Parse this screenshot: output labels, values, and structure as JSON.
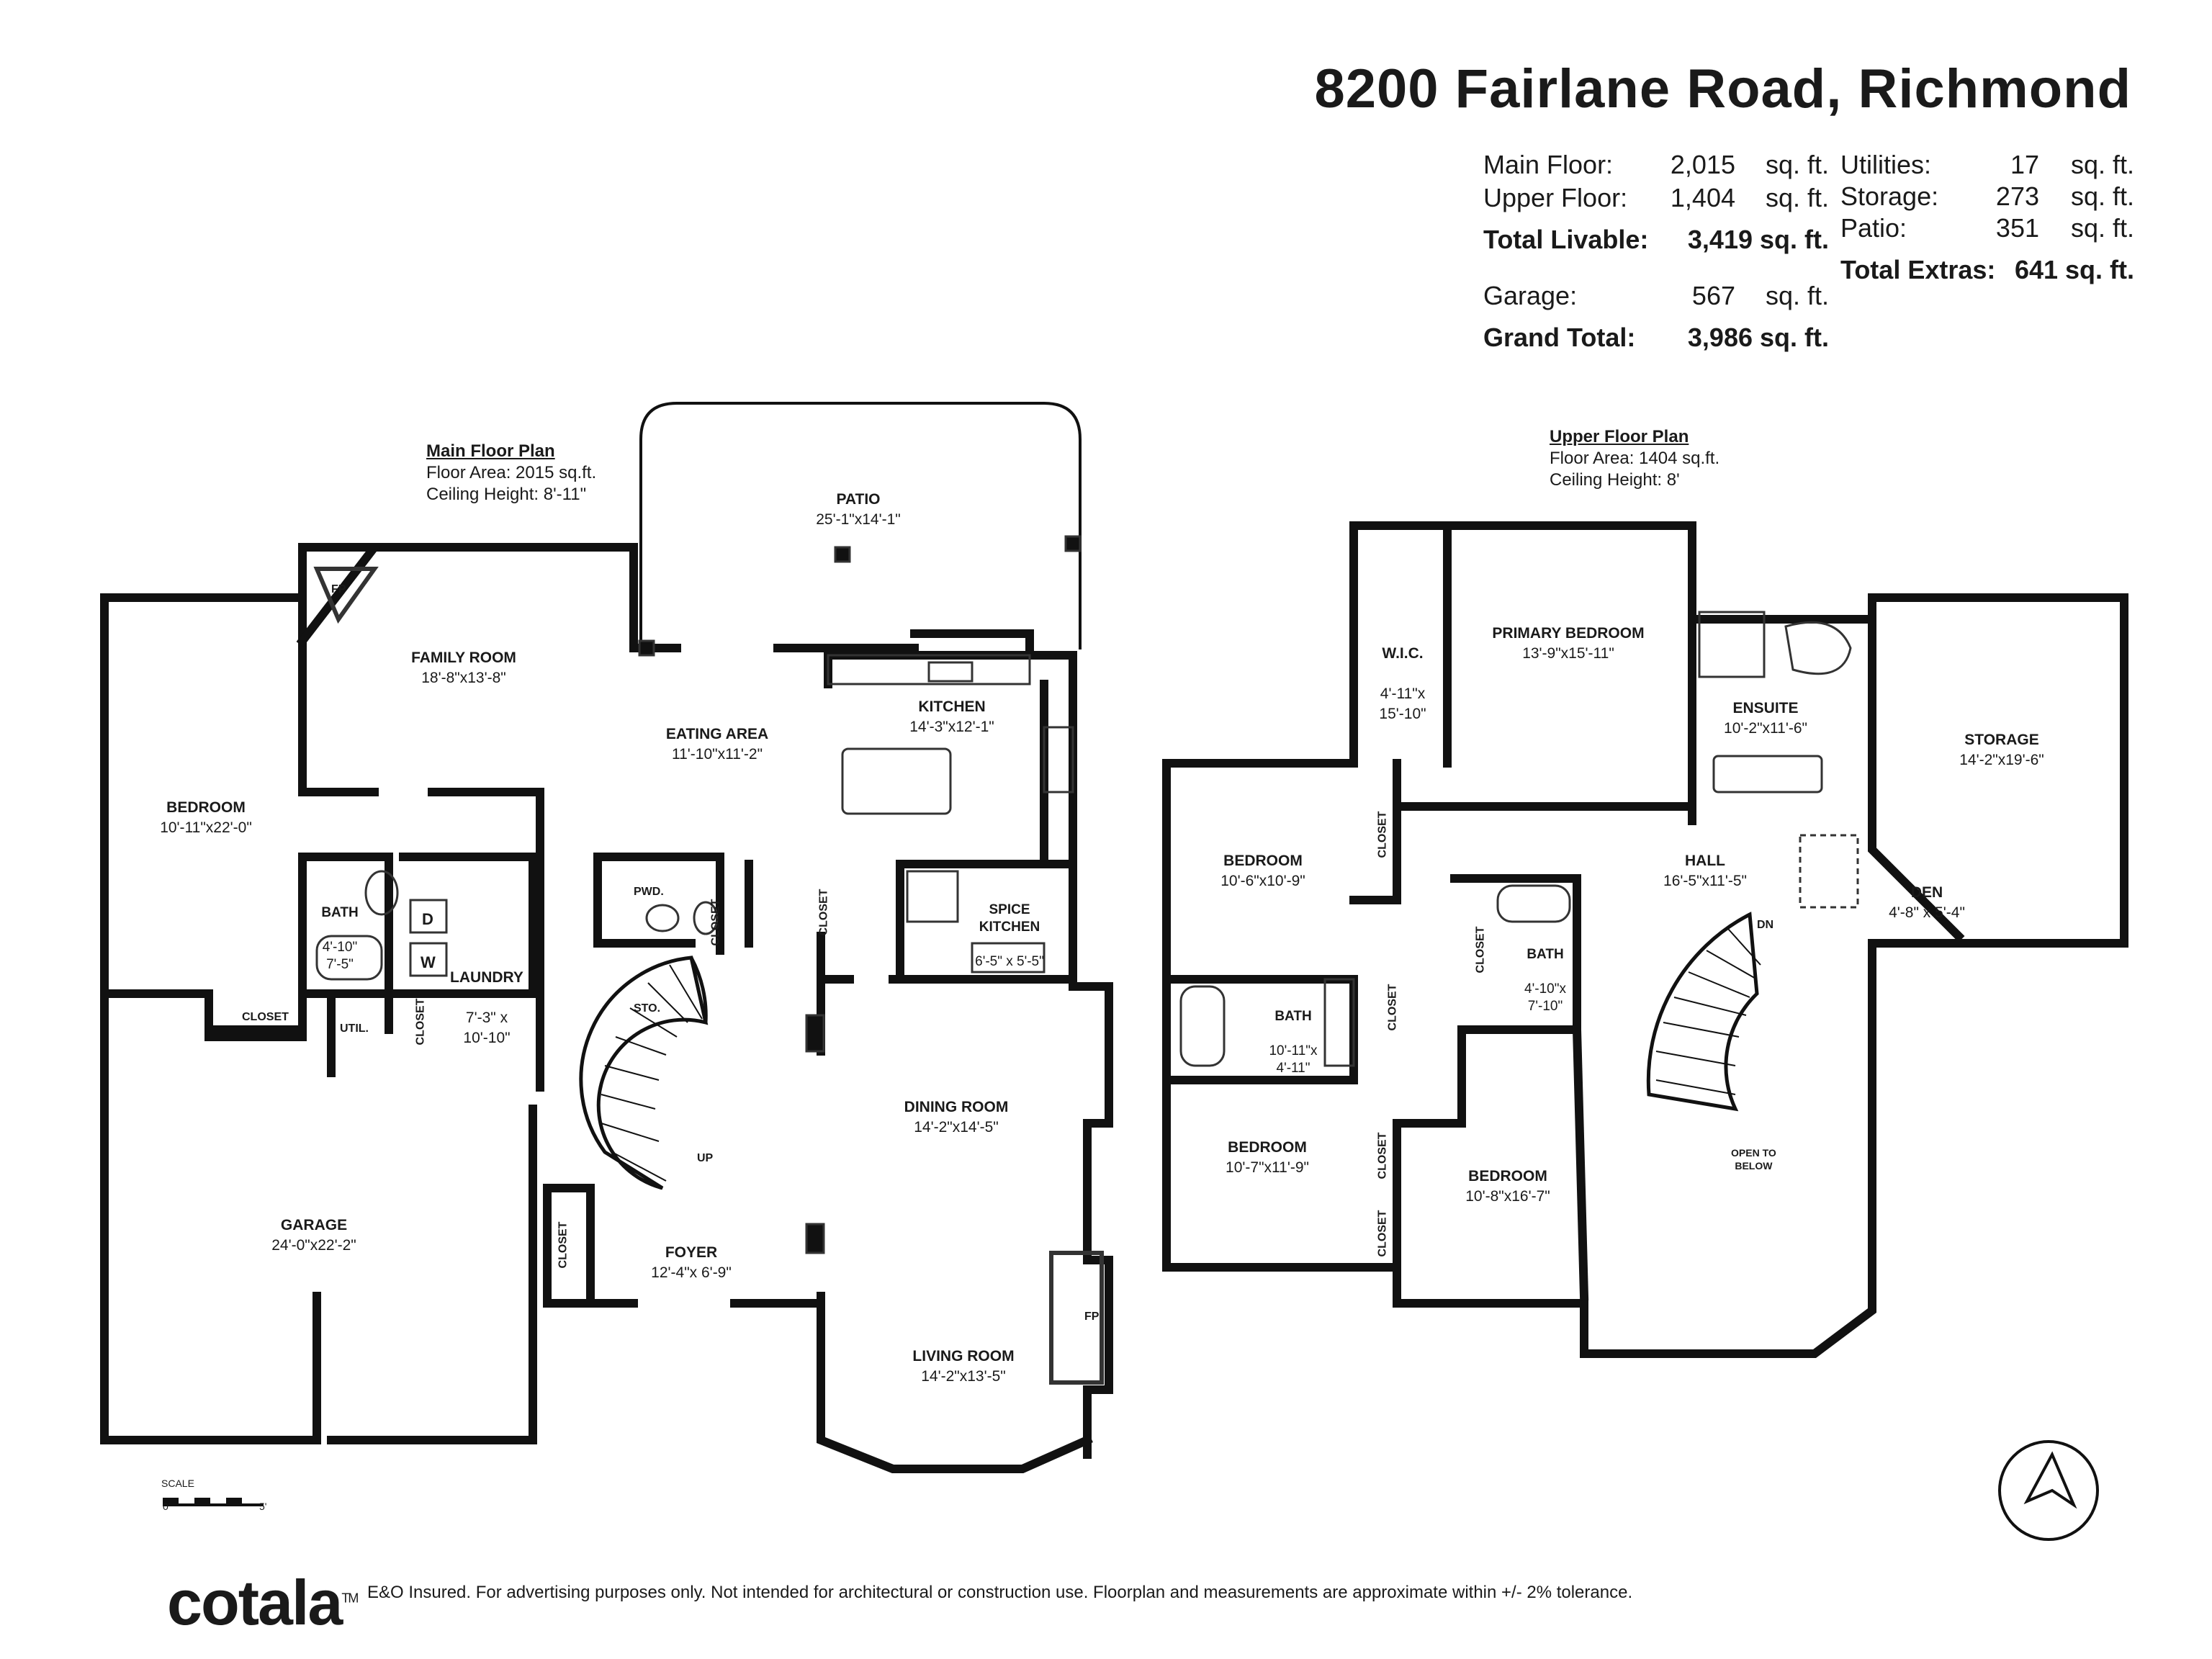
{
  "header": {
    "title": "8200 Fairlane Road, Richmond"
  },
  "area_summary": {
    "livable": [
      {
        "label": "Main Floor:",
        "value": "2,015",
        "unit": "sq. ft."
      },
      {
        "label": "Upper Floor:",
        "value": "1,404",
        "unit": "sq. ft."
      }
    ],
    "total_livable": {
      "label": "Total Livable:",
      "value": "3,419 sq. ft."
    },
    "garage": {
      "label": "Garage:",
      "value": "567",
      "unit": "sq. ft."
    },
    "grand_total": {
      "label": "Grand Total:",
      "value": "3,986 sq. ft."
    },
    "extras": [
      {
        "label": "Utilities:",
        "value": "17",
        "unit": "sq. ft."
      },
      {
        "label": "Storage:",
        "value": "273",
        "unit": "sq. ft."
      },
      {
        "label": "Patio:",
        "value": "351",
        "unit": "sq. ft."
      }
    ],
    "total_extras": {
      "label": "Total Extras:",
      "value": "641 sq. ft."
    }
  },
  "main_floor": {
    "title": "Main Floor Plan",
    "floor_area": "Floor Area: 2015 sq.ft.",
    "ceiling": "Ceiling Height: 8'-11\"",
    "rooms": [
      {
        "name": "PATIO",
        "dims": "25'-1\"x14'-1\""
      },
      {
        "name": "FAMILY ROOM",
        "dims": "18'-8\"x13'-8\""
      },
      {
        "name": "EATING AREA",
        "dims": "11'-10\"x11'-2\""
      },
      {
        "name": "KITCHEN",
        "dims": "14'-3\"x12'-1\""
      },
      {
        "name": "BEDROOM",
        "dims": "10'-11\"x22'-0\""
      },
      {
        "name": "BATH",
        "dims": "4'-10\"\n7'-5\""
      },
      {
        "name": "LAUNDRY",
        "dims": "7'-3\" x\n10'-10\""
      },
      {
        "name": "SPICE\nKITCHEN",
        "dims": "6'-5\" x 5'-5\""
      },
      {
        "name": "DINING ROOM",
        "dims": "14'-2\"x14'-5\""
      },
      {
        "name": "GARAGE",
        "dims": "24'-0\"x22'-2\""
      },
      {
        "name": "FOYER",
        "dims": "12'-4\"x 6'-9\""
      },
      {
        "name": "LIVING ROOM",
        "dims": "14'-2\"x13'-5\""
      }
    ],
    "labels": {
      "fp": "FP",
      "pwd": "PWD.",
      "sto": "STO.",
      "closet": "CLOSET",
      "util": "UTIL.",
      "up": "UP",
      "d": "D",
      "w": "W"
    }
  },
  "upper_floor": {
    "title": "Upper Floor Plan",
    "floor_area": "Floor Area: 1404 sq.ft.",
    "ceiling": "Ceiling Height: 8'",
    "rooms": [
      {
        "name": "W.I.C.",
        "dims": "4'-11\"x\n15'-10\""
      },
      {
        "name": "PRIMARY BEDROOM",
        "dims": "13'-9\"x15'-11\""
      },
      {
        "name": "ENSUITE",
        "dims": "10'-2\"x11'-6\""
      },
      {
        "name": "STORAGE",
        "dims": "14'-2\"x19'-6\""
      },
      {
        "name": "BEDROOM",
        "dims": "10'-6\"x10'-9\""
      },
      {
        "name": "HALL",
        "dims": "16'-5\"x11'-5\""
      },
      {
        "name": "DEN",
        "dims": "4'-8\" x 5'-4\""
      },
      {
        "name": "BATH",
        "dims": "10'-11\"x\n4'-11\""
      },
      {
        "name": "BATH",
        "dims": "4'-10\"x\n7'-10\""
      },
      {
        "name": "BEDROOM",
        "dims": "10'-7\"x11'-9\""
      },
      {
        "name": "BEDROOM",
        "dims": "10'-8\"x16'-7\""
      }
    ],
    "labels": {
      "dn": "DN",
      "open_to_below": "OPEN TO\nBELOW",
      "closet": "CLOSET"
    }
  },
  "scale": {
    "label": "SCALE",
    "min": "0'",
    "max": "5'"
  },
  "footer": {
    "brand": "cotala",
    "tm": "TM",
    "disclaimer": "E&O Insured. For advertising purposes only. Not intended for architectural or construction use. Floorplan and measurements are approximate within +/- 2% tolerance."
  },
  "compass": {
    "icon": "north-arrow-icon",
    "label": "N"
  },
  "colors": {
    "wall": "#111111",
    "text": "#1a1a1a",
    "background": "#ffffff"
  }
}
